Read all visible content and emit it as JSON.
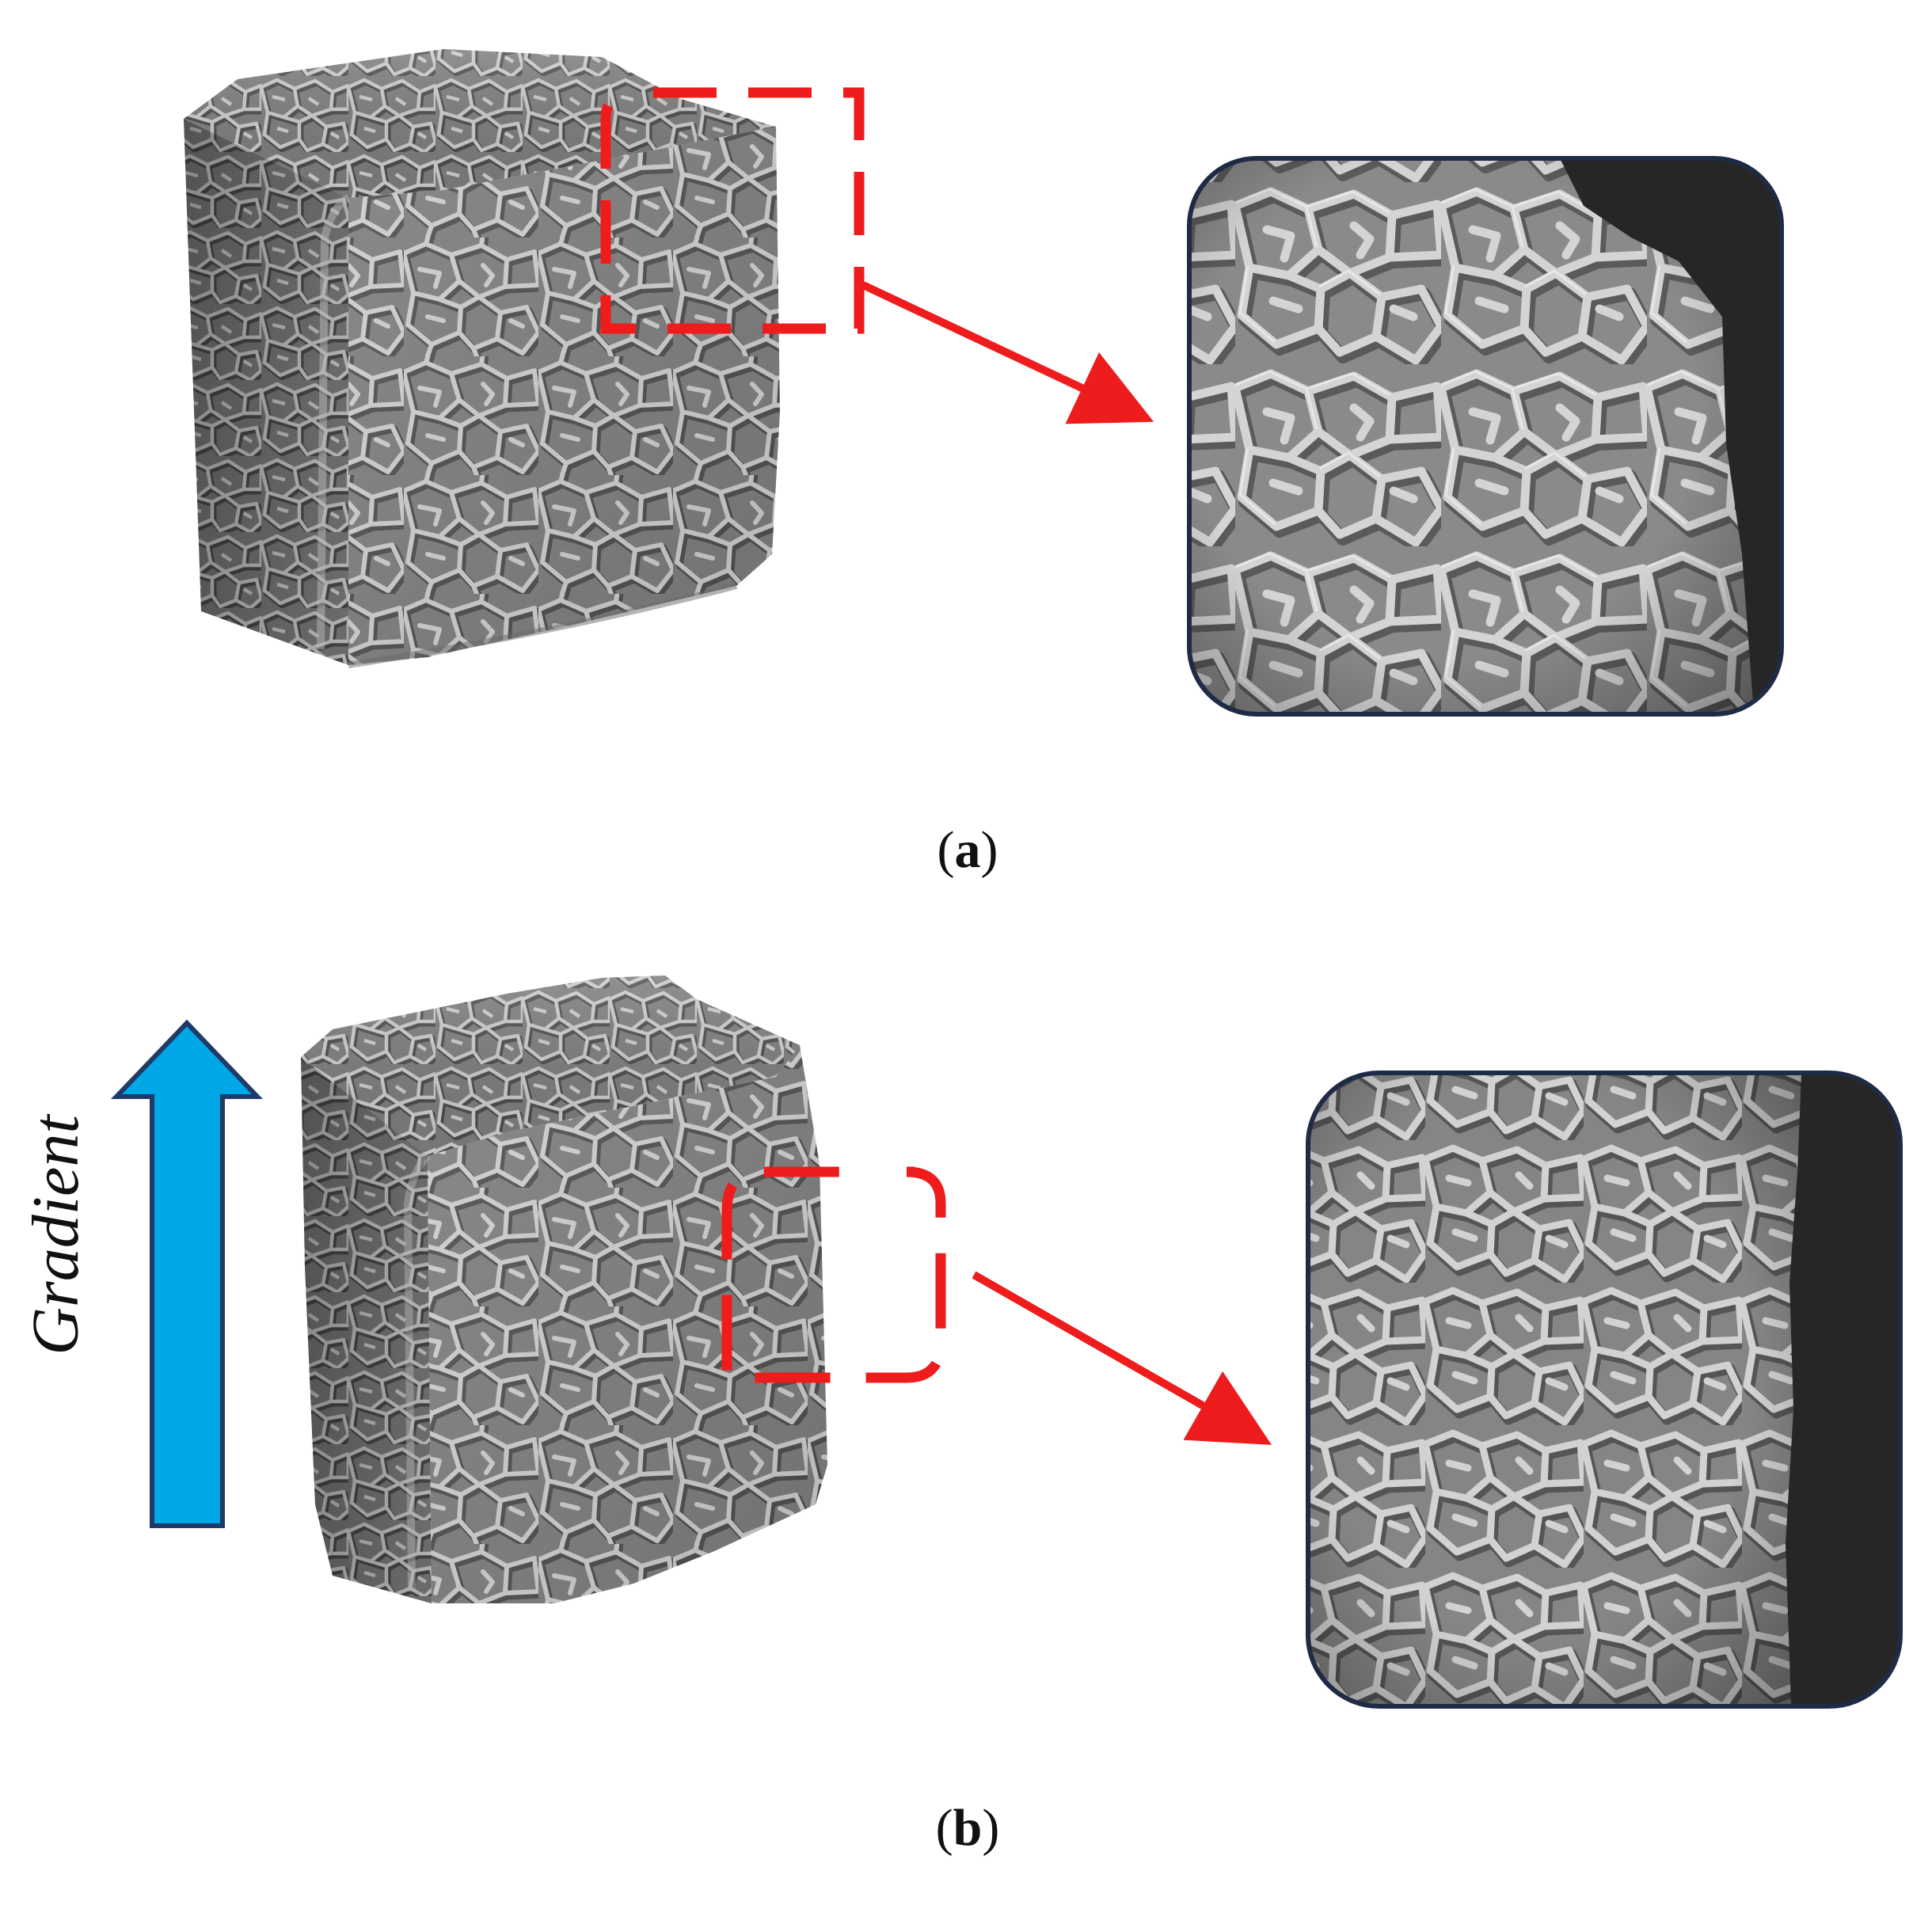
{
  "panels": [
    {
      "id": "a",
      "caption_open": "(",
      "caption_letter": "a",
      "caption_close": ")"
    },
    {
      "id": "b",
      "caption_open": "(",
      "caption_letter": "b",
      "caption_close": ")"
    }
  ],
  "gradient_label": "Gradient",
  "colors": {
    "background": "#ffffff",
    "lattice_strut": "#c4c4c4",
    "lattice_shadow": "#5a5a5a",
    "cube_face_dark": "#7b7b7b",
    "cube_face_mid": "#9a9a9a",
    "cube_face_light": "#b2b2b2",
    "highlight_box": "#ee1c1c",
    "arrow": "#ee1c1c",
    "inset_border": "#1f2a44",
    "inset_background": "#262626",
    "gradient_arrow_fill": "#00a7e6",
    "gradient_arrow_stroke": "#1f3a66"
  },
  "icons": [
    "lattice-cube-icon",
    "zoom-arrow-icon",
    "gradient-arrow-icon"
  ]
}
